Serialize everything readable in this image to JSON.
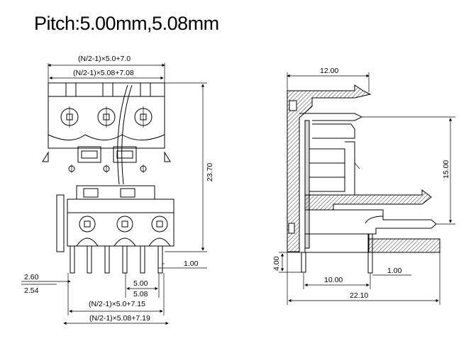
{
  "title": "Pitch:5.00mm,5.08mm",
  "front_view": {
    "dim_top_1": "(N/2-1)×5.0+7.0",
    "dim_top_2": "(N/2-1)×5.08+7.08",
    "dim_height": "23.70",
    "dim_pin_width": "1.00",
    "dim_left_1": "2.60",
    "dim_left_2": "2.54",
    "dim_pitch_1": "5.00",
    "dim_pitch_2": "5.08",
    "dim_bottom_1": "(N/2-1)×5.0+7.15",
    "dim_bottom_2": "(N/2-1)×5.08+7.19"
  },
  "side_view": {
    "dim_top": "12.00",
    "dim_height": "15.00",
    "dim_pin_len": "4.00",
    "dim_spacing": "10.00",
    "dim_pin_width": "1.00",
    "dim_total": "22.10"
  }
}
